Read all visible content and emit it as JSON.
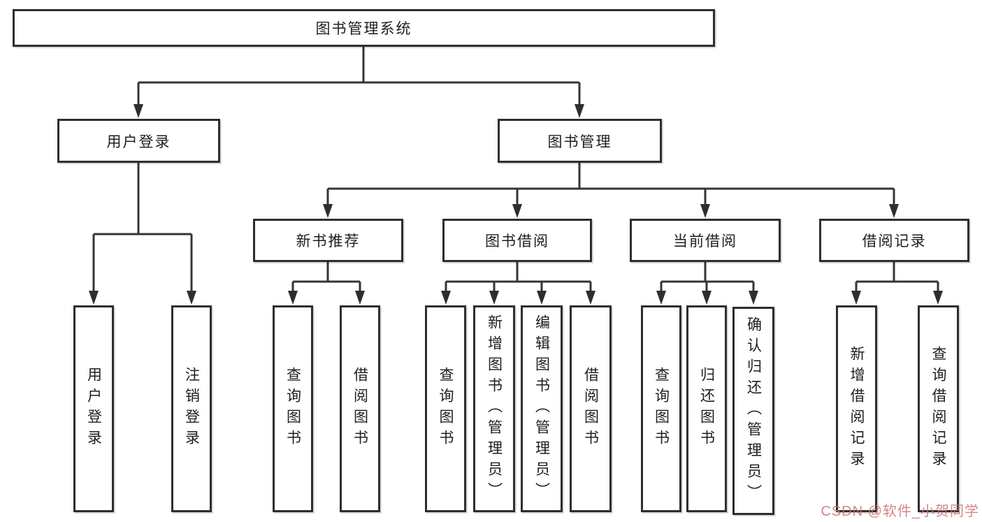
{
  "diagram": {
    "tree": {
      "root": {
        "label": "图书管理系统",
        "children": [
          {
            "label": "用户登录",
            "children": [
              {
                "label": "用户登录"
              },
              {
                "label": "注销登录"
              }
            ]
          },
          {
            "label": "图书管理",
            "children": [
              {
                "label": "新书推荐",
                "children": [
                  {
                    "label": "查询图书"
                  },
                  {
                    "label": "借阅图书"
                  }
                ]
              },
              {
                "label": "图书借阅",
                "children": [
                  {
                    "label": "查询图书"
                  },
                  {
                    "label": "新增图书（管理员）"
                  },
                  {
                    "label": "编辑图书（管理员）"
                  },
                  {
                    "label": "借阅图书"
                  }
                ]
              },
              {
                "label": "当前借阅",
                "children": [
                  {
                    "label": "查询图书"
                  },
                  {
                    "label": "归还图书"
                  },
                  {
                    "label": "确认归还（管理员）"
                  }
                ]
              },
              {
                "label": "借阅记录",
                "children": [
                  {
                    "label": "新增借阅记录"
                  },
                  {
                    "label": "查询借阅记录"
                  }
                ]
              }
            ]
          }
        ]
      }
    },
    "colors": {
      "line": "#343434",
      "box_border": "#2e2e2e",
      "box_background": "#ffffff",
      "text": "#1e1e1e",
      "watermark": "#cd7171"
    }
  },
  "watermark": {
    "text": "CSDN @软件_小贺同学"
  }
}
